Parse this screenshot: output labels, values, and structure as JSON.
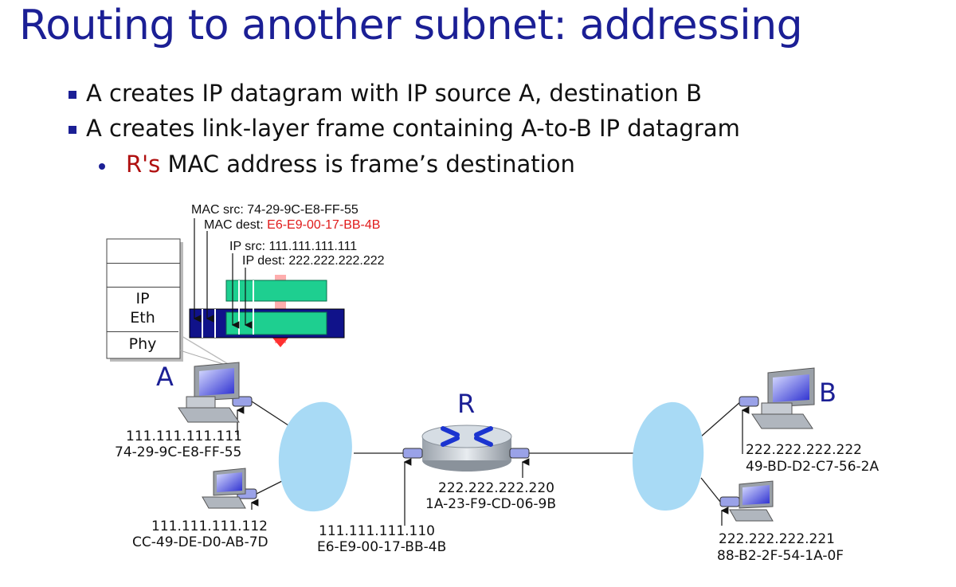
{
  "title": "Routing to another subnet: addressing",
  "bullets": [
    "A creates IP datagram with IP source A, destination B",
    "A creates link-layer frame containing A-to-B IP datagram"
  ],
  "sub_bullet": {
    "highlight": "R's",
    "rest": " MAC address is frame’s destination"
  },
  "frame_labels": {
    "mac_src": "MAC src: 74-29-9C-E8-FF-55",
    "mac_dest_prefix": "MAC dest: ",
    "mac_dest_value": "E6-E9-00-17-BB-4B",
    "ip_src": "IP src: 111.111.111.111",
    "ip_dest": "IP dest: 222.222.222.222"
  },
  "stack": [
    "IP",
    "Eth",
    "Phy"
  ],
  "nodes": {
    "a": "A",
    "r": "R",
    "b": "B"
  },
  "hosts": {
    "a_ip": "111.111.111.111",
    "a_mac": "74-29-9C-E8-FF-55",
    "a2_ip": "111.111.111.112",
    "a2_mac": "CC-49-DE-D0-AB-7D",
    "r_left_ip": "111.111.111.110",
    "r_left_mac": "E6-E9-00-17-BB-4B",
    "r_right_ip": "222.222.222.220",
    "r_right_mac": "1A-23-F9-CD-06-9B",
    "b_ip": "222.222.222.222",
    "b_mac": "49-BD-D2-C7-56-2A",
    "b2_ip": "222.222.222.221",
    "b2_mac": "88-B2-2F-54-1A-0F"
  },
  "colors": {
    "title": "#1b1f95",
    "highlight": "#b01010",
    "mac_dest": "#e01a1a",
    "frame": "#10128a",
    "datagram": "#1ecf90",
    "cloud": "#a8daf5"
  }
}
